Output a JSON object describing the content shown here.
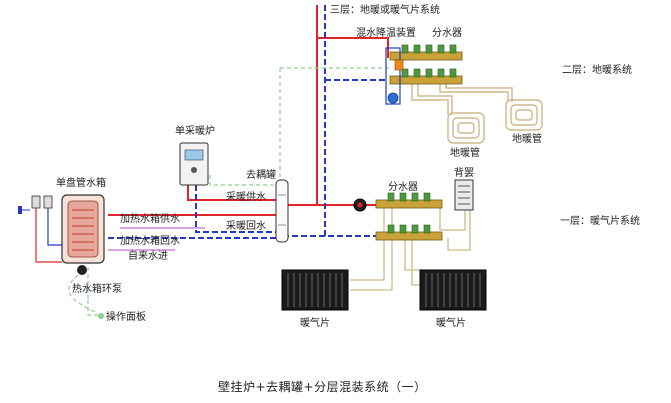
{
  "caption": "壁挂炉+去耦罐+分层混装系统（一）",
  "labels": {
    "floor3": "三层：地暖或暖气片系统",
    "floor2": "二层：地暖系统",
    "floor1": "一层：暖气片系统",
    "mixing_unit": "混水降温装置",
    "manifold_top": "分水器",
    "manifold_bottom": "分水器",
    "floor_pipe_left": "地暖管",
    "floor_pipe_right": "地暖管",
    "boiler": "单采暖炉",
    "decoupler": "去耦罐",
    "heat_supply": "采暖供水",
    "heat_return": "采暖回水",
    "tank": "单盘管水箱",
    "tank_supply": "加热水箱供水",
    "tank_return": "加热水箱回水",
    "tap_water": "自来水进",
    "pump": "热水箱环泵",
    "panel": "操作面板",
    "backup": "背罢",
    "radiator_left": "暖气片",
    "radiator_right": "暖气片"
  },
  "colors": {
    "supply": "#e0242b",
    "return": "#2438c4",
    "control": "#8fd18f",
    "tap": "#c070d0",
    "floor_pipe": "#cdb98a",
    "manifold_brass": "#c9a23a",
    "manifold_green": "#4f9a3c"
  }
}
